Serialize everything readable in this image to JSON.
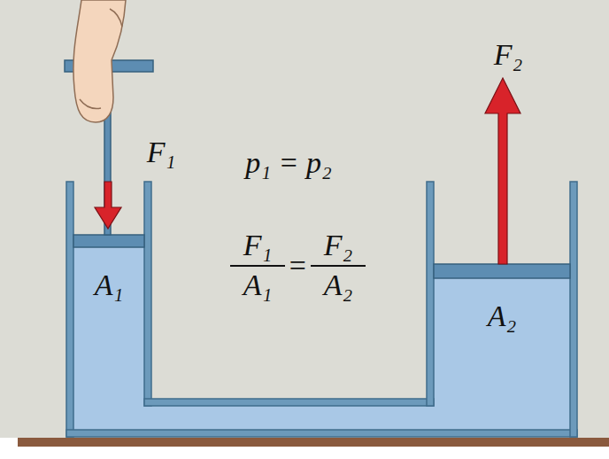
{
  "diagram": {
    "labels": [
      "F₁",
      "p₁ = p₂",
      "F₁",
      "A₁",
      "=",
      "F₂",
      "A₂",
      "A₁",
      "A₂",
      "F₂"
    ]
  }
}
